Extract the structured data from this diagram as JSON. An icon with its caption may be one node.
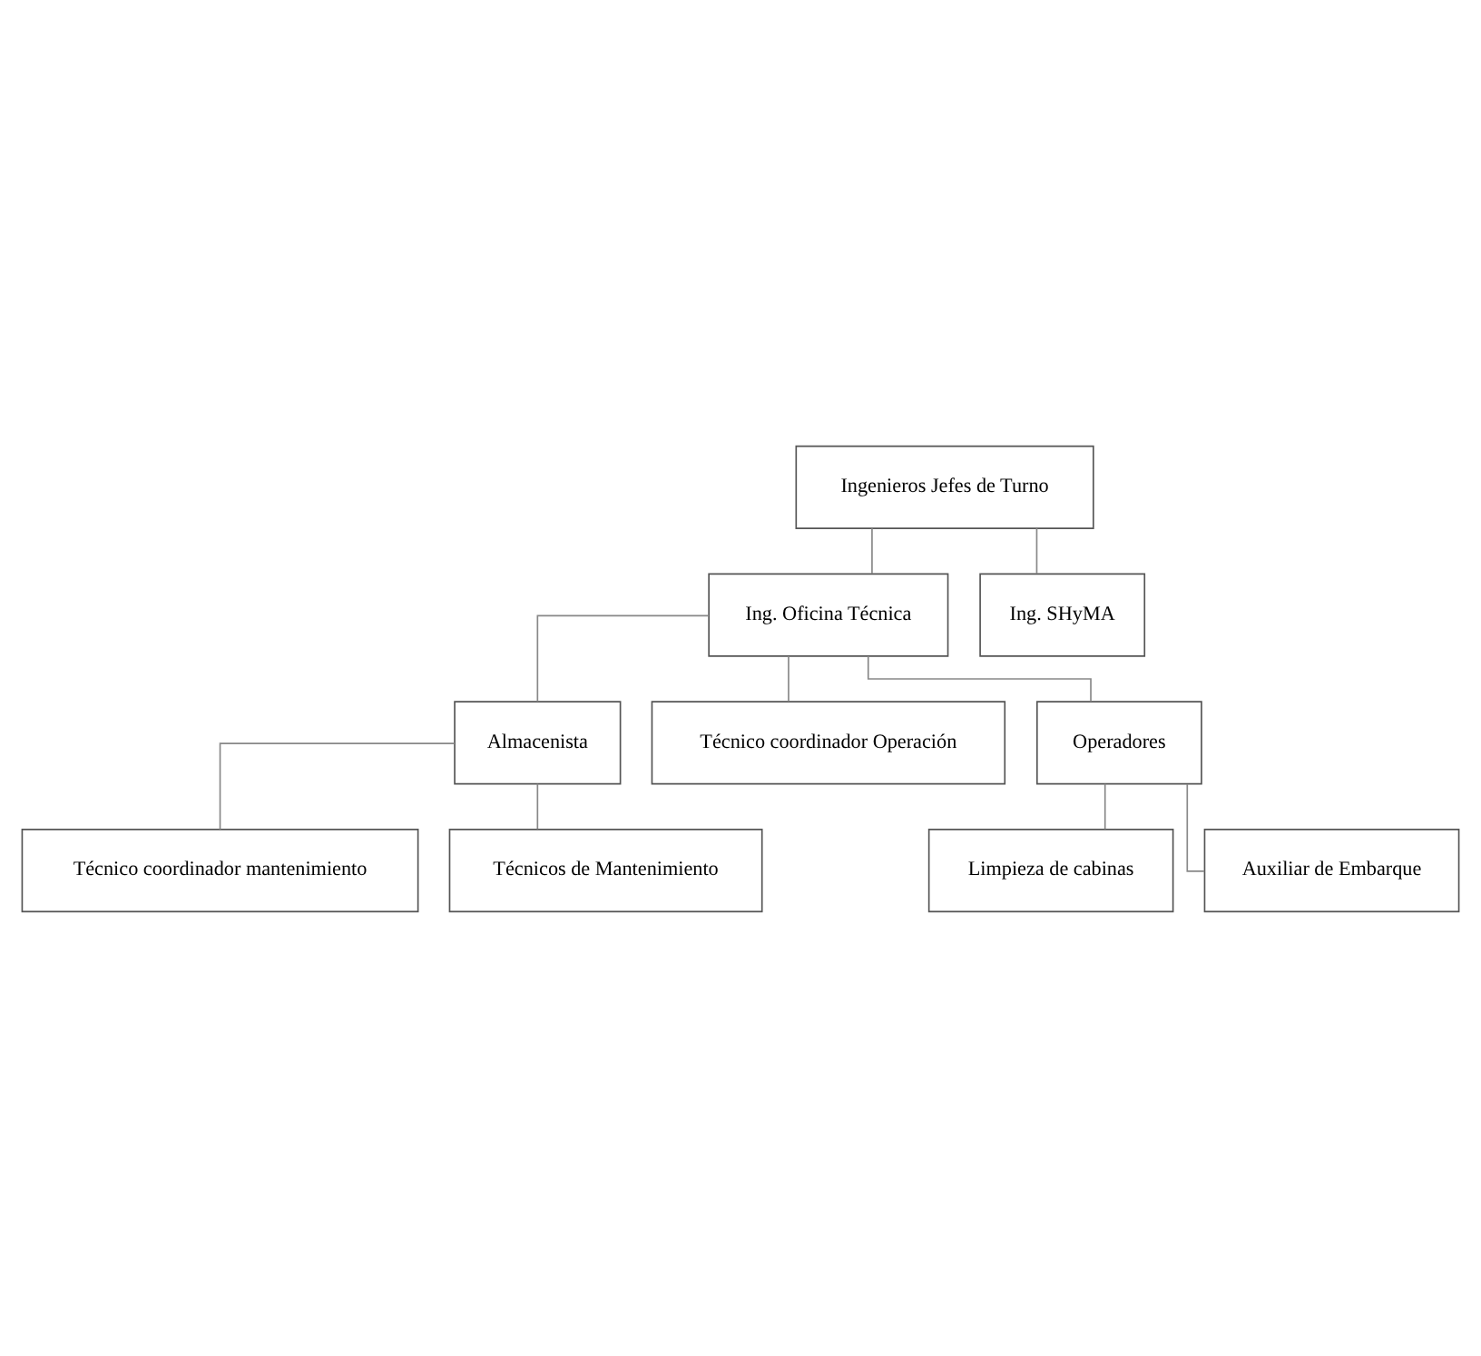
{
  "diagram": {
    "nodes": [
      {
        "text": [
          "Ingenieros Jefes de Turno"
        ]
      },
      {
        "text": [
          "Ing. Oficina Técnica"
        ]
      },
      {
        "text": [
          "Ing. SHyMA"
        ]
      },
      {
        "text": [
          "Almacenista"
        ]
      },
      {
        "text": [
          "Técnico coordinador Operación"
        ]
      },
      {
        "text": [
          "Operadores"
        ]
      },
      {
        "text": [
          "Técnico coordinador mantenimiento"
        ]
      },
      {
        "text": [
          "Técnicos de Mantenimiento"
        ]
      },
      {
        "text": [
          "Limpieza de cabinas"
        ]
      },
      {
        "text": [
          "Auxiliar de Embarque"
        ]
      }
    ],
    "edges": [
      {
        "from": 0,
        "to": 1,
        "arrow": "none"
      },
      {
        "from": 0,
        "to": 2,
        "arrow": "none"
      },
      {
        "from": 1,
        "to": 3,
        "arrow": "none"
      },
      {
        "from": 1,
        "to": 4,
        "arrow": "none"
      },
      {
        "from": 1,
        "to": 5,
        "arrow": "none"
      },
      {
        "from": 3,
        "to": 6,
        "arrow": "none"
      },
      {
        "from": 3,
        "to": 7,
        "arrow": "none"
      },
      {
        "from": 5,
        "to": 8,
        "arrow": "none"
      },
      {
        "from": 5,
        "to": 9,
        "arrow": "none"
      }
    ]
  }
}
